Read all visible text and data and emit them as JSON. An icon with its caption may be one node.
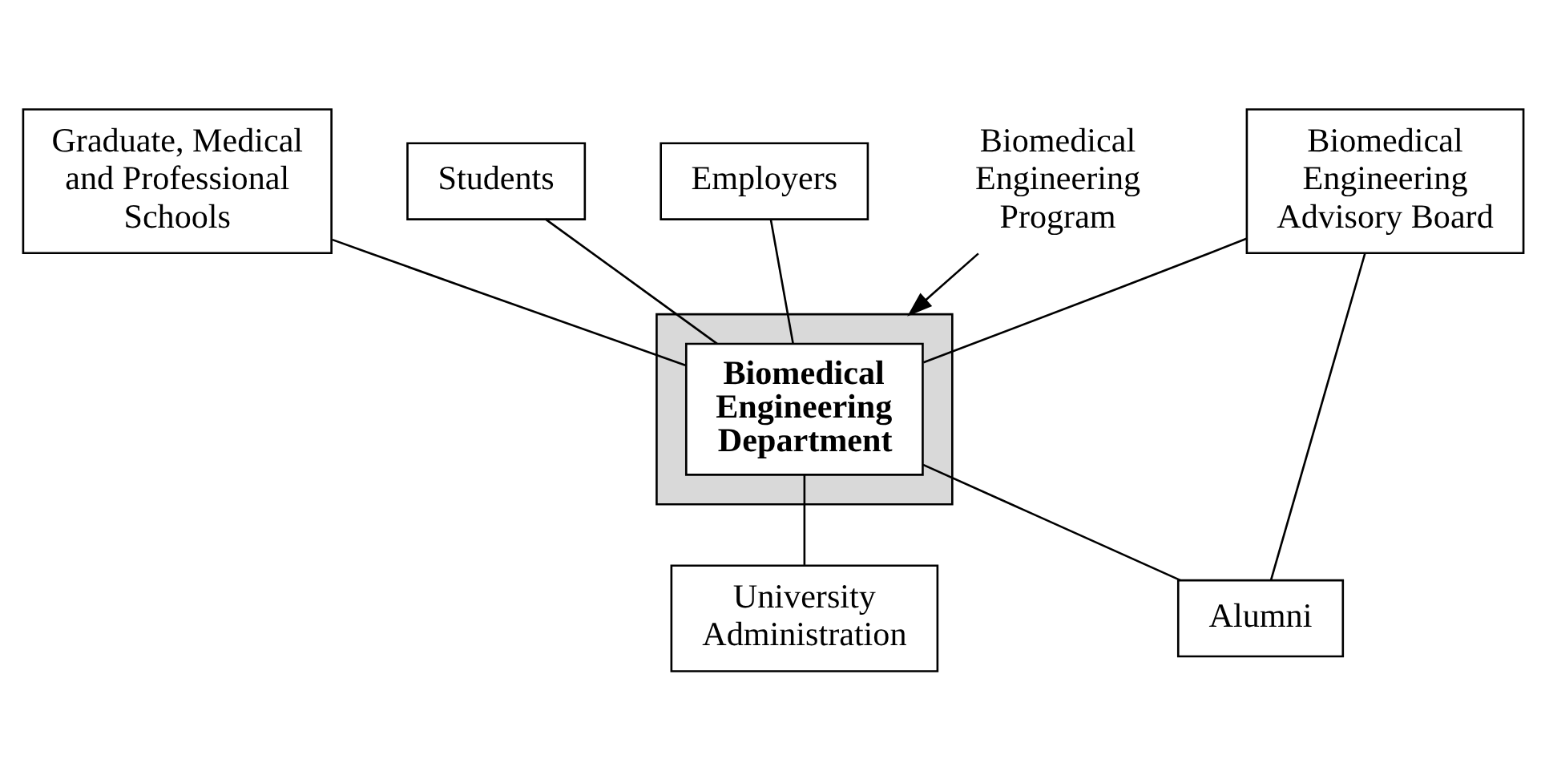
{
  "diagram": {
    "nodes": [
      {
        "text": [],
        "shape": "box"
      },
      {
        "text": [
          "Biomedical Engineering Department"
        ],
        "in": 0
      },
      {
        "text": [
          "Graduate, Medical and Professional Schools"
        ]
      },
      {
        "text": [
          "Biomedical Engineering Advisory Board"
        ]
      },
      {
        "text": [
          "Students"
        ]
      },
      {
        "text": [
          "Employers"
        ]
      },
      {
        "text": [
          "Alumni"
        ]
      },
      {
        "text": [
          "University Administration"
        ]
      },
      {
        "text": [
          "Biomedical Engineering Program"
        ]
      }
    ],
    "edges": [
      {
        "from": 2,
        "to": 1,
        "arrow": "none"
      },
      {
        "from": 3,
        "to": 1,
        "arrow": "none"
      },
      {
        "from": 4,
        "to": 1,
        "arrow": "none"
      },
      {
        "from": 5,
        "to": 1,
        "arrow": "none"
      },
      {
        "from": 1,
        "to": 6,
        "arrow": "none"
      },
      {
        "from": 3,
        "to": 6,
        "arrow": "none"
      },
      {
        "from": 1,
        "to": 7,
        "arrow": "none"
      },
      {
        "from": 8,
        "to": 0,
        "arrow": "to"
      }
    ]
  }
}
